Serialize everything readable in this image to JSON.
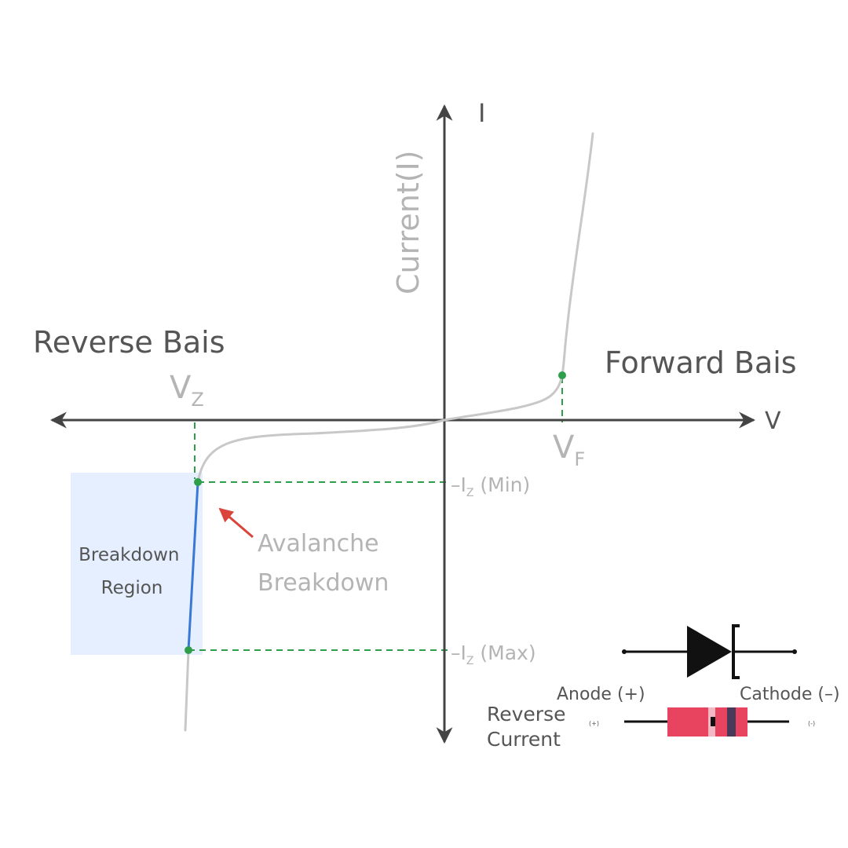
{
  "axes": {
    "y_letter": "I",
    "x_letter": "V",
    "y_title": "Current(I)"
  },
  "regions": {
    "reverse": "Reverse Bais",
    "forward": "Forward Bais"
  },
  "voltages": {
    "vz_main": "V",
    "vz_sub": "Z",
    "vf_main": "V",
    "vf_sub": "F"
  },
  "currents": {
    "iz_min_prefix": "–I",
    "iz_min_sub": "Z",
    "iz_min_suffix": " (Min)",
    "iz_max_prefix": "–I",
    "iz_max_sub": "Z",
    "iz_max_suffix": " (Max)"
  },
  "breakdown_region": {
    "line1": "Breakdown",
    "line2": "Region"
  },
  "avalanche": {
    "line1": "Avalanche",
    "line2": "Breakdown"
  },
  "diode": {
    "anode": "Anode (+)",
    "cathode": "Cathode (–)",
    "reverse_line1": "Reverse",
    "reverse_line2": "Current",
    "tiny_plus": "(+)",
    "tiny_minus": "(-)"
  },
  "colors": {
    "axis": "#444444",
    "curve": "#c8c8c8",
    "breakdown_line": "#3a78d8",
    "guide": "#2e9e4a",
    "point": "#2e9e4a",
    "region_fill": "#e6efff",
    "arrow": "#d9453a",
    "diode_body": "#e8445f",
    "diode_band": "#4a3a5a"
  }
}
